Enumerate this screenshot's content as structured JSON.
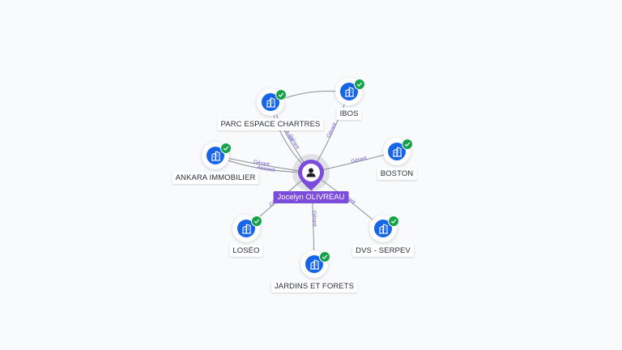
{
  "center": {
    "name": "Jocelyn OLIVREAU",
    "icon": "person-icon",
    "color": "#7c4ddb"
  },
  "companies": [
    {
      "id": "parc-espace-chartres",
      "name": "PARC ESPACE CHARTRES",
      "relations": [
        "Asso",
        "Gérant"
      ],
      "verified": true
    },
    {
      "id": "ibos",
      "name": "IBOS",
      "relations": [
        "Gérant"
      ],
      "verified": true
    },
    {
      "id": "boston",
      "name": "BOSTON",
      "relations": [
        "Gérant"
      ],
      "verified": true
    },
    {
      "id": "ankara-immobilier",
      "name": "ANKARA IMMOBILIER",
      "relations": [
        "Gérant",
        "Associé"
      ],
      "verified": true
    },
    {
      "id": "loseo",
      "name": "LOSÉO",
      "relations": [
        "Gérant"
      ],
      "verified": true
    },
    {
      "id": "jardins-et-forets",
      "name": "JARDINS ET FORETS",
      "relations": [
        "Gérant"
      ],
      "verified": true
    },
    {
      "id": "dvs-serpev",
      "name": "DVS - SERPEV",
      "relations": [
        "Gérant"
      ],
      "verified": true
    }
  ],
  "colors": {
    "company_node": "#1565e6",
    "verified_badge": "#15a34a",
    "edge": "#8a8f99",
    "edge_label": "#6a5acd",
    "background": "#f9fafb"
  },
  "icons": {
    "company": "building-icon",
    "verified": "check-icon",
    "person": "person-icon"
  }
}
